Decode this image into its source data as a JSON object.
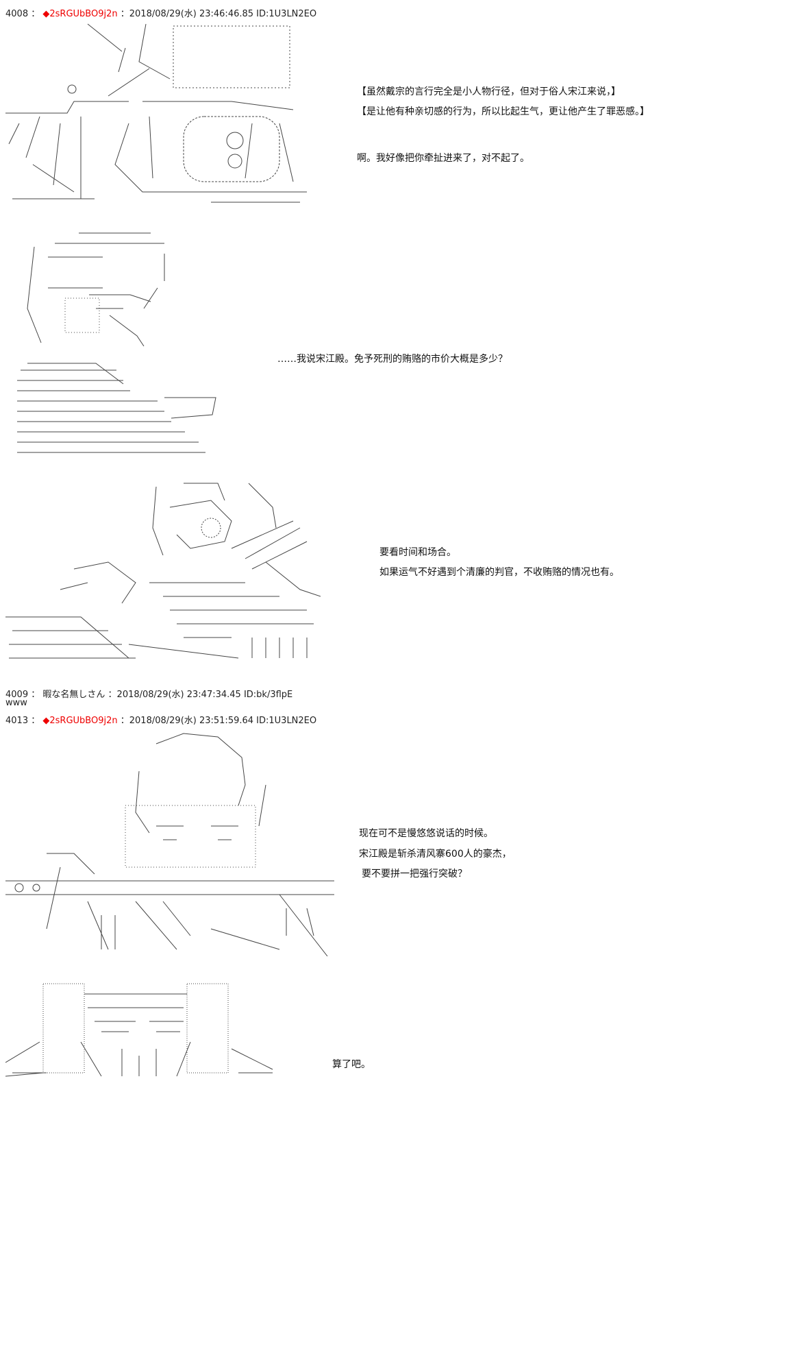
{
  "posts": [
    {
      "number": "4008",
      "sep": "：",
      "trip": "◆2sRGUbBO9j2n",
      "datetime": "：2018/08/29(水) 23:46:46.85 ID:1U3LN2EO"
    },
    {
      "number": "4009",
      "sep": "：",
      "name": "暇な名無しさん",
      "datetime": "：2018/08/29(水) 23:47:34.45 ID:bk/3flpE",
      "body": "www"
    },
    {
      "number": "4013",
      "sep": "：",
      "trip": "◆2sRGUbBO9j2n",
      "datetime": "：2018/08/29(水) 23:51:59.64 ID:1U3LN2EO"
    }
  ],
  "dialogue": {
    "p1_l1": "【虽然戴宗的言行完全是小人物行径，但对于俗人宋江来说，】",
    "p1_l2": "【是让他有种亲切感的行为，所以比起生气，更让他产生了罪恶感。】",
    "p1_l3": "啊。我好像把你牵扯进来了，对不起了。",
    "p2_l1": "……我说宋江殿。免予死刑的贿赂的市价大概是多少？",
    "p3_l1": "要看时间和场合。",
    "p3_l2": "如果运气不好遇到个清廉的判官，不收贿赂的情况也有。",
    "p4_l1": "现在可不是慢悠悠说话的时候。",
    "p4_l2": "宋江殿是斩杀清风寨600人的豪杰，",
    "p4_l3": "要不要拼一把强行突破？",
    "p5_l1": "算了吧。"
  }
}
